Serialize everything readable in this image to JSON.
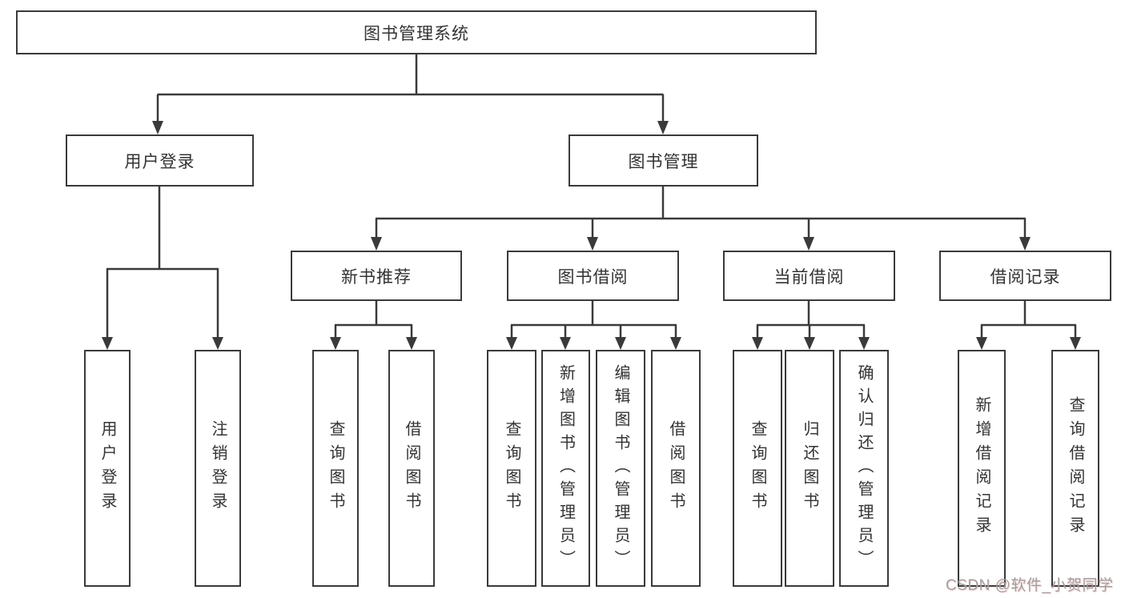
{
  "page": {
    "background": "#ffffff",
    "line_color": "#3a3a3a",
    "text_color": "#333333",
    "watermark_color": "#a0a0a0"
  },
  "nodes": {
    "root": {
      "label": "图书管理系统"
    },
    "level2": [
      {
        "label": "用户登录"
      },
      {
        "label": "图书管理"
      }
    ],
    "level3": [
      {
        "label": "新书推荐"
      },
      {
        "label": "图书借阅"
      },
      {
        "label": "当前借阅"
      },
      {
        "label": "借阅记录"
      }
    ],
    "leaves": [
      {
        "label": "用户登录",
        "parent": "用户登录"
      },
      {
        "label": "注销登录",
        "parent": "用户登录"
      },
      {
        "label": "查询图书",
        "parent": "新书推荐"
      },
      {
        "label": "借阅图书",
        "parent": "新书推荐"
      },
      {
        "label": "查询图书",
        "parent": "图书借阅"
      },
      {
        "label": "新增图书（管理员）",
        "parent": "图书借阅"
      },
      {
        "label": "编辑图书（管理员）",
        "parent": "图书借阅"
      },
      {
        "label": "借阅图书",
        "parent": "图书借阅"
      },
      {
        "label": "查询图书",
        "parent": "当前借阅"
      },
      {
        "label": "归还图书",
        "parent": "当前借阅"
      },
      {
        "label": "确认归还（管理员）",
        "parent": "当前借阅"
      },
      {
        "label": "新增借阅记录",
        "parent": "借阅记录"
      },
      {
        "label": "查询借阅记录",
        "parent": "借阅记录"
      }
    ]
  },
  "watermark": {
    "text": "CSDN @软件_小贺同学"
  }
}
